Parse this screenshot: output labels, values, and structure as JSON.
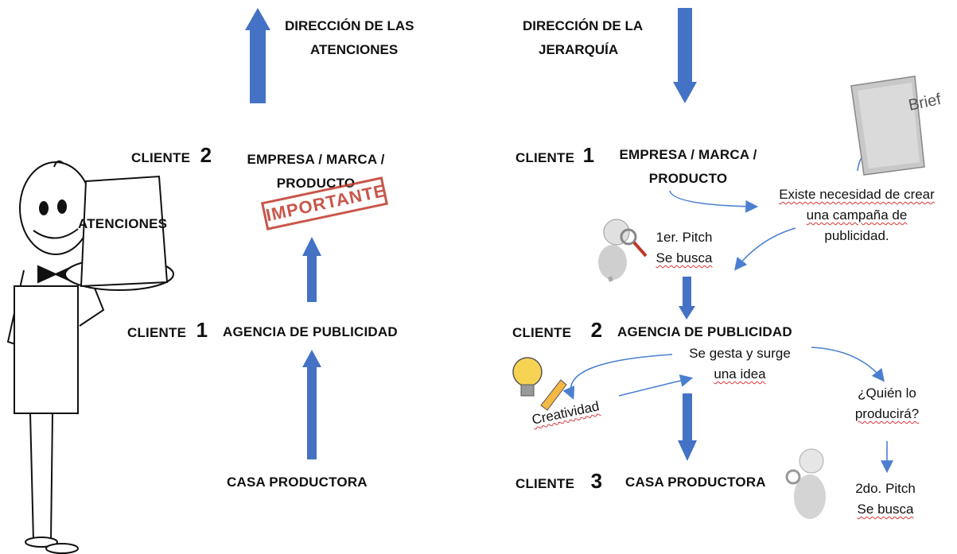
{
  "left": {
    "heading": "DIRECCIÓN DE LAS\nATENCIONES",
    "cliente2": {
      "label": "CLIENTE",
      "num": "2",
      "desc": "EMPRESA / MARCA /\nPRODUCTO"
    },
    "stamp": "IMPORTANTE",
    "atenciones": "ATENCIONES",
    "cliente1": {
      "label": "CLIENTE",
      "num": "1",
      "desc": "AGENCIA DE PUBLICIDAD"
    },
    "casa": "CASA PRODUCTORA"
  },
  "right": {
    "heading": "DIRECCIÓN DE LA\nJERARQUÍA",
    "cliente1": {
      "label": "CLIENTE",
      "num": "1",
      "desc": "EMPRESA / MARCA /\nPRODUCTO"
    },
    "brief": "Brief",
    "necesidad": [
      "Existe necesidad de crear",
      "una campaña de",
      "publicidad."
    ],
    "pitch1": [
      "1er. Pitch",
      "Se busca"
    ],
    "cliente2": {
      "label": "CLIENTE",
      "num": "2",
      "desc": "AGENCIA DE PUBLICIDAD"
    },
    "idea": [
      "Se gesta y surge",
      "una idea"
    ],
    "creatividad": "Creatividad",
    "quien": [
      "¿Quién lo",
      "producirá?"
    ],
    "cliente3": {
      "label": "CLIENTE",
      "num": "3",
      "desc": "CASA PRODUCTORA"
    },
    "pitch2": [
      "2do. Pitch",
      "Se busca"
    ]
  },
  "colors": {
    "arrow": "#4472c4",
    "stamp": "#c0392b"
  }
}
